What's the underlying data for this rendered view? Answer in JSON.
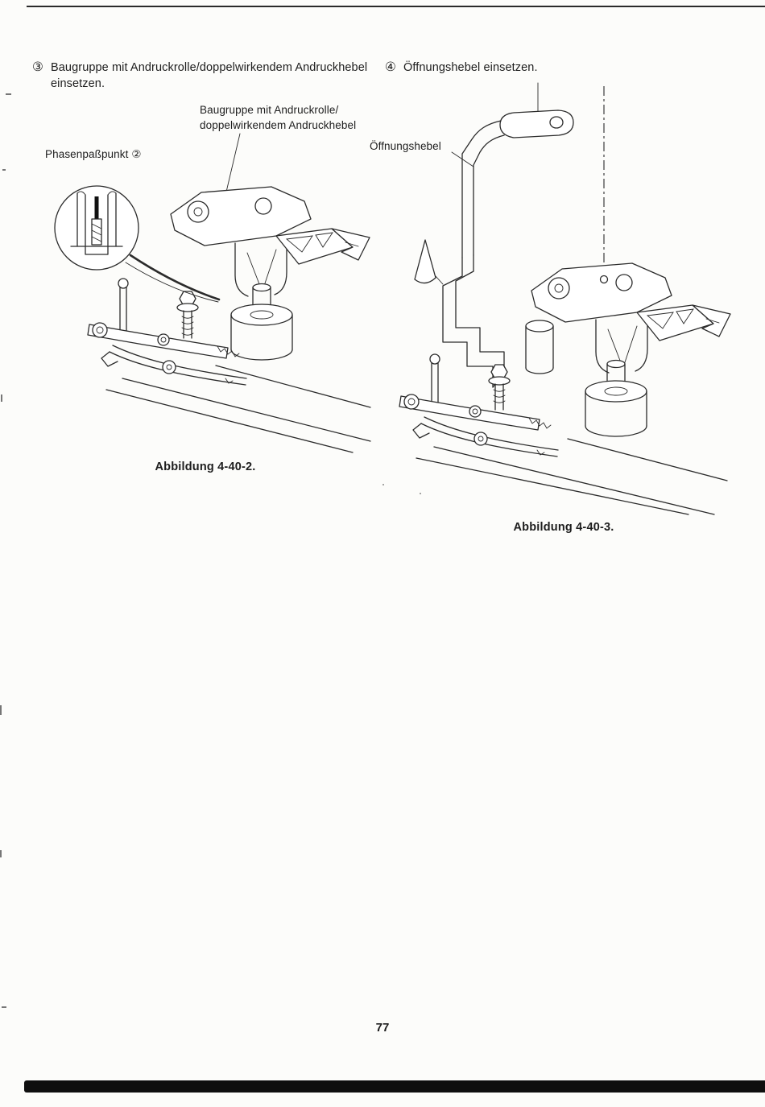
{
  "page": {
    "number": "77",
    "paper_color": "#fcfcfa",
    "ink_color": "#1d1d1d"
  },
  "steps": [
    {
      "marker": "③",
      "text": "Baugruppe mit Andruckrolle/doppelwirkendem Andruckhebel einsetzen."
    },
    {
      "marker": "④",
      "text": "Öffnungshebel einsetzen."
    }
  ],
  "figures": [
    {
      "part_label_line1": "Baugruppe mit Andruckrolle/",
      "part_label_line2": "doppelwirkendem Andruckhebel",
      "phase_label": "Phasenpaßpunkt ②",
      "caption": "Abbildung 4-40-2."
    },
    {
      "part_label": "Öffnungshebel",
      "caption": "Abbildung 4-40-3."
    }
  ]
}
